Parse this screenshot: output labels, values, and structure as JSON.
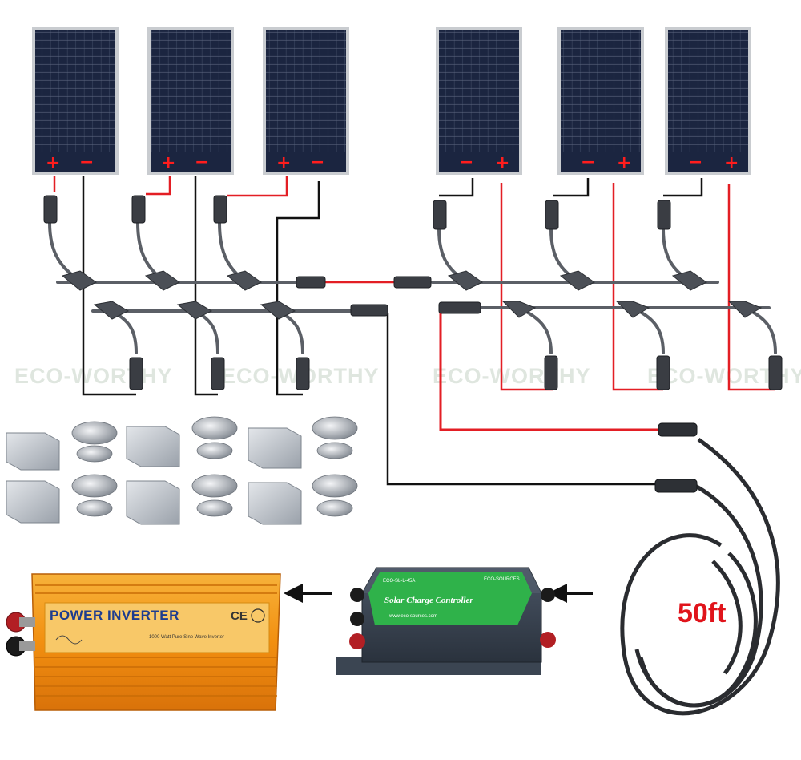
{
  "watermarks": [
    "ECO-WORTHY",
    "ECO-WORTHY",
    "ECO-WORTHY",
    "ECO-WORTHY"
  ],
  "panel_signs": {
    "plus": "+",
    "minus": "−"
  },
  "inverter": {
    "title": "POWER INVERTER",
    "ce_mark": "CE",
    "subtitle": "1000 Watt Pure Sine Wave Inverter"
  },
  "charge_controller": {
    "model": "ECO-SL-L-45A",
    "title": "Solar Charge Controller",
    "brand": "ECO-SOURCES",
    "url": "www.eco-sources.com"
  },
  "cable": {
    "length_label": "50ft"
  },
  "colors": {
    "positive_wire": "#e31e24",
    "negative_wire": "#111111",
    "panel_cell": "#1f2a44",
    "panel_frame": "#c9ccd0",
    "inverter_body": "#f39a12",
    "controller_body": "#37414f",
    "label_red": "#e0141b"
  }
}
